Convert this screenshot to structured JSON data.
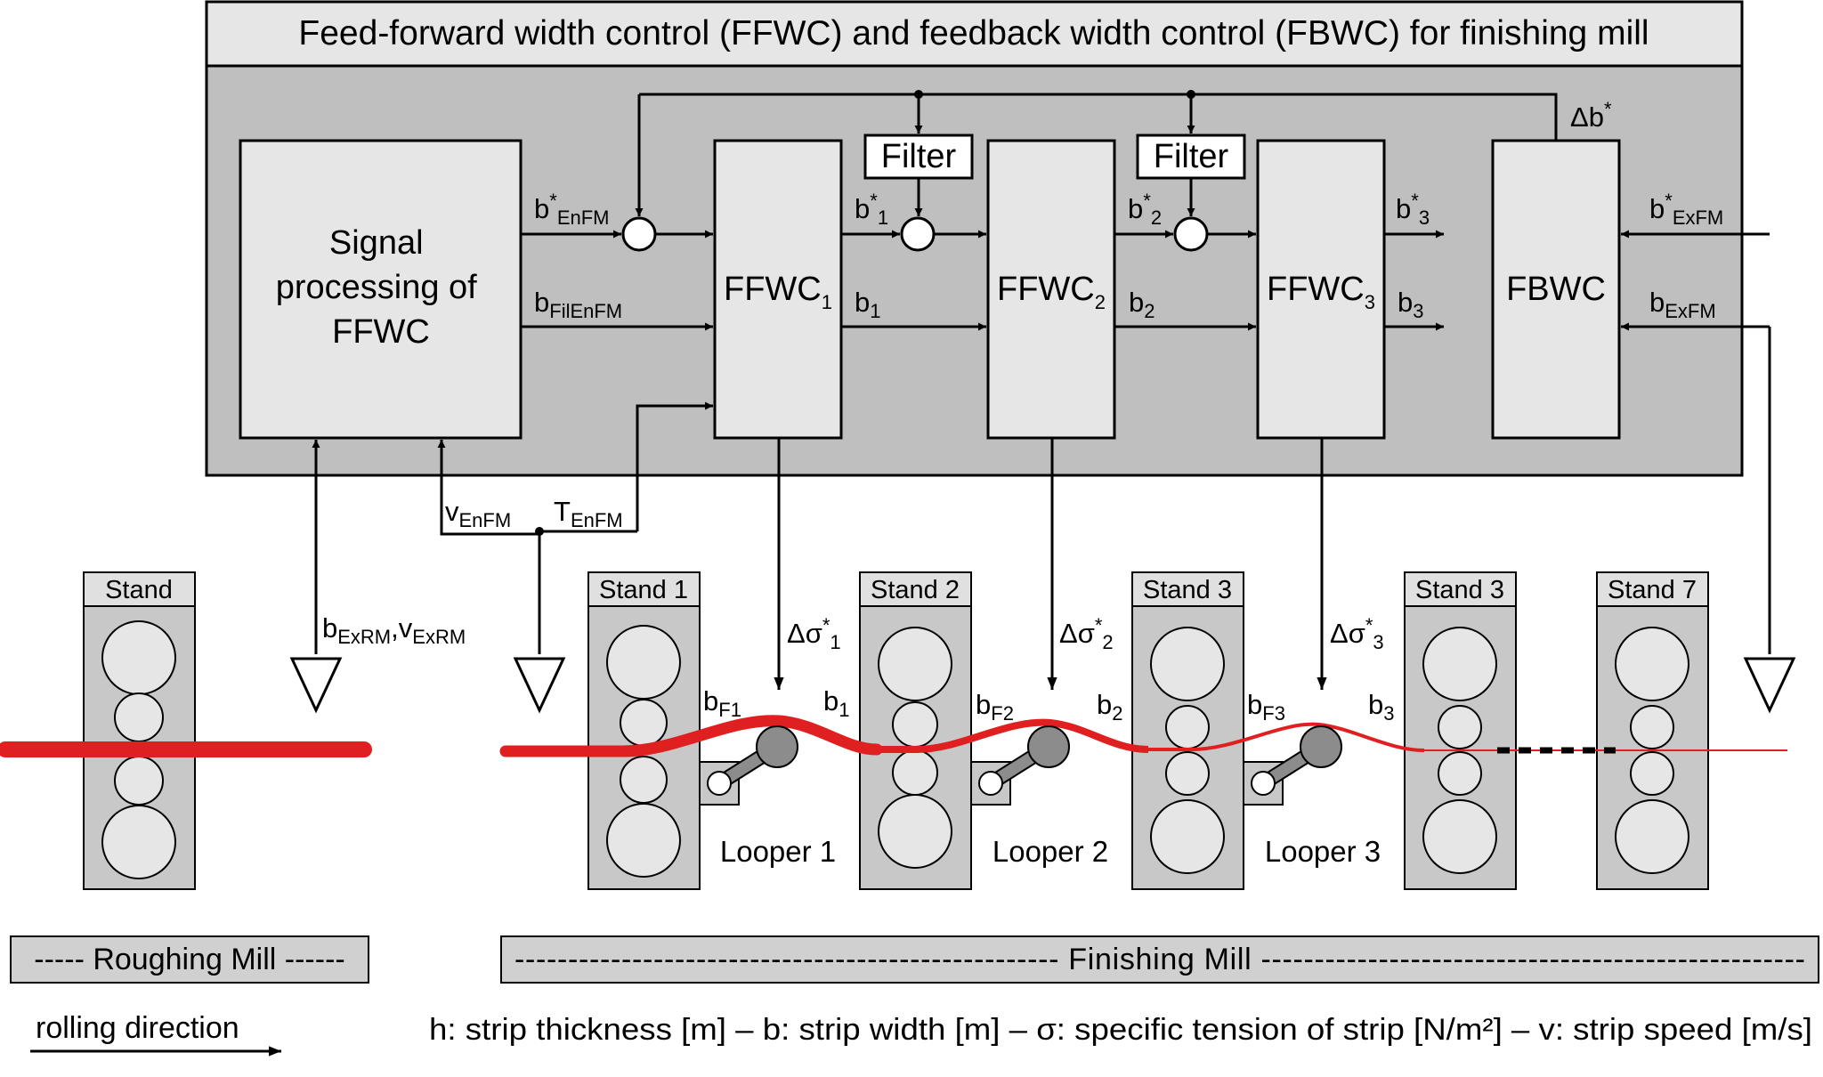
{
  "title": "Feed-forward width control (FFWC) and feedback width control (FBWC) for finishing mill",
  "blocks": {
    "signal_processing": [
      "Signal",
      "processing of",
      "FFWC"
    ],
    "ffwc1": {
      "main": "FFWC",
      "sub": "1"
    },
    "ffwc2": {
      "main": "FFWC",
      "sub": "2"
    },
    "ffwc3": {
      "main": "FFWC",
      "sub": "3"
    },
    "fbwc": "FBWC",
    "filter1": "Filter",
    "filter2": "Filter"
  },
  "signals": {
    "b_star_enfm": {
      "main": "b",
      "sup": "*",
      "sub": "EnFM"
    },
    "b_filenfm": {
      "main": "b",
      "sub": "FilEnFM"
    },
    "b_star_1": {
      "main": "b",
      "sup": "*",
      "sub": "1"
    },
    "b_1": {
      "main": "b",
      "sub": "1"
    },
    "b_star_2": {
      "main": "b",
      "sup": "*",
      "sub": "2"
    },
    "b_2": {
      "main": "b",
      "sub": "2"
    },
    "b_star_3": {
      "main": "b",
      "sup": "*",
      "sub": "3"
    },
    "b_3": {
      "main": "b",
      "sub": "3"
    },
    "b_star_exfm": {
      "main": "b",
      "sup": "*",
      "sub": "ExFM"
    },
    "b_exfm": {
      "main": "b",
      "sub": "ExFM"
    },
    "delta_b_star": {
      "main": "Δb",
      "sup": "*"
    },
    "v_enfm": {
      "main": "v",
      "sub": "EnFM"
    },
    "t_enfm": {
      "main": "T",
      "sub": "EnFM"
    },
    "b_exrm_main": "b",
    "b_exrm_sub": "ExRM",
    "b_exrm_sep": ",v",
    "v_exrm_sub": "ExRM",
    "delta_sigma_1": {
      "main": "Δσ",
      "sup": "*",
      "sub": "1"
    },
    "delta_sigma_2": {
      "main": "Δσ",
      "sup": "*",
      "sub": "2"
    },
    "delta_sigma_3": {
      "main": "Δσ",
      "sup": "*",
      "sub": "3"
    },
    "strip_b_f1": {
      "main": "b",
      "sub": "F1"
    },
    "strip_b_1": {
      "main": "b",
      "sub": "1"
    },
    "strip_b_f2": {
      "main": "b",
      "sub": "F2"
    },
    "strip_b_2": {
      "main": "b",
      "sub": "2"
    },
    "strip_b_f3": {
      "main": "b",
      "sub": "F3"
    },
    "strip_b_3": {
      "main": "b",
      "sub": "3"
    }
  },
  "stands": [
    "Stand",
    "Stand 1",
    "Stand 2",
    "Stand 3",
    "Stand 3",
    "Stand 7"
  ],
  "loopers": [
    "Looper 1",
    "Looper 2",
    "Looper 3"
  ],
  "bands": {
    "roughing": "----- Roughing Mill ------",
    "finishing": "--------------------------------------------------- Finishing Mill ---------------------------------------------------"
  },
  "footer": {
    "rolling_direction": "rolling direction",
    "legend": "h: strip thickness [m] – b: strip width [m] – σ: specific tension of strip [N/m²] – v: strip speed [m/s]"
  },
  "colors": {
    "panel": "#bfbfbf",
    "block": "#e6e6e6",
    "strip": "#e02020",
    "looper_arm": "#8c8c8c"
  }
}
